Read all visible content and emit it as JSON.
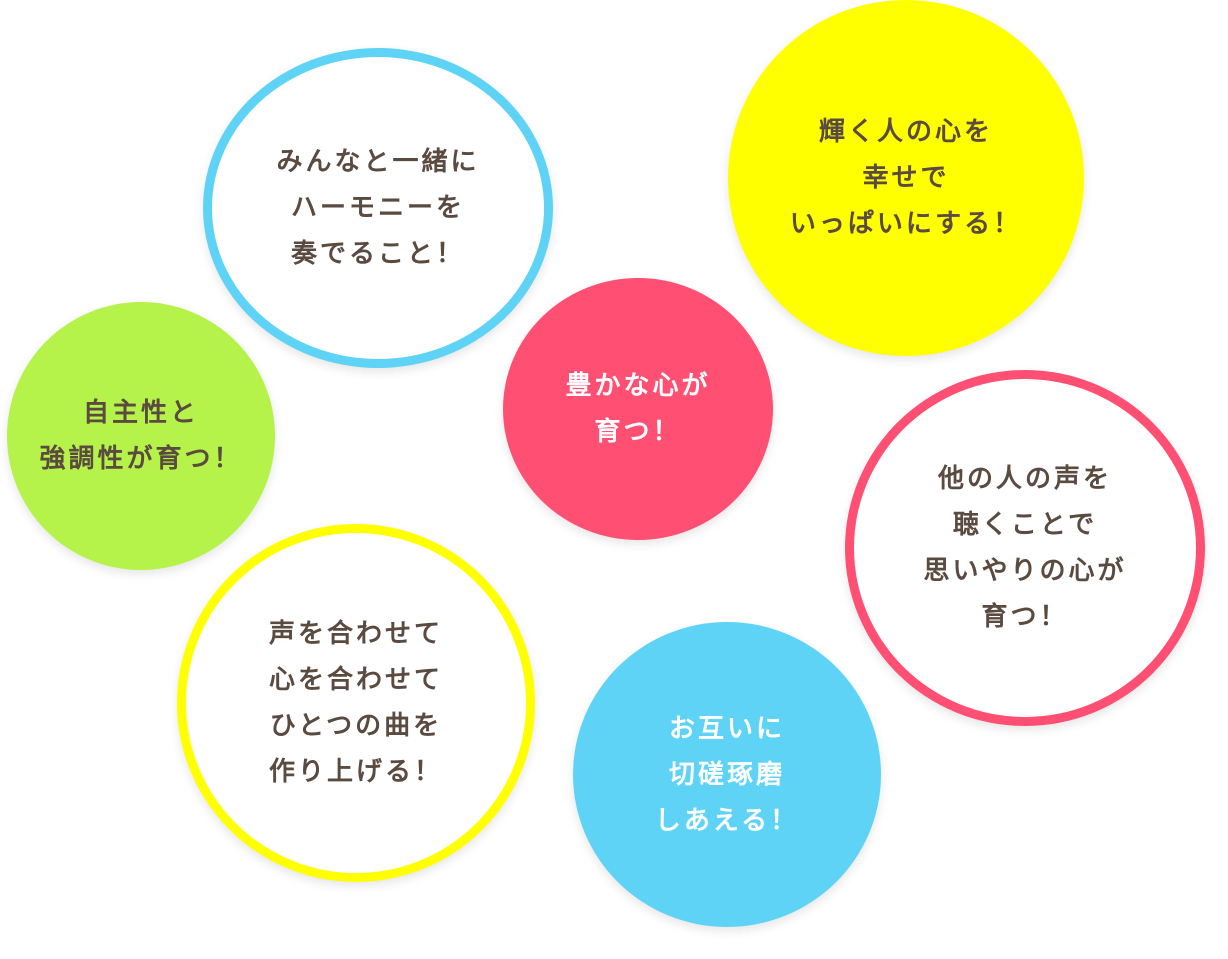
{
  "bubbles": {
    "harmony": {
      "lines": [
        "みんなと一緒に",
        "ハーモニーを",
        "奏でること！"
      ]
    },
    "shine": {
      "lines": [
        "輝く人の心を",
        "幸せで",
        "いっぱいにする！"
      ]
    },
    "independence": {
      "lines": [
        "自主性と",
        "強調性が育つ！"
      ]
    },
    "rich_heart": {
      "lines": [
        "豊かな心が",
        "育つ！"
      ]
    },
    "compassion": {
      "lines": [
        "他の人の声を",
        "聴くことで",
        "思いやりの心が",
        "育つ！"
      ]
    },
    "one_song": {
      "lines": [
        "声を合わせて",
        "心を合わせて",
        "ひとつの曲を",
        "作り上げる！"
      ]
    },
    "mutual": {
      "lines": [
        "お互いに",
        "切磋琢磨",
        "しあえる！"
      ]
    }
  },
  "colors": {
    "sky_blue": "#5fd3f5",
    "yellow": "#ffff00",
    "green": "#b5f24a",
    "red_pink": "#ff4f72",
    "text_dark": "#5a4a3f",
    "text_light": "#ffffff"
  }
}
